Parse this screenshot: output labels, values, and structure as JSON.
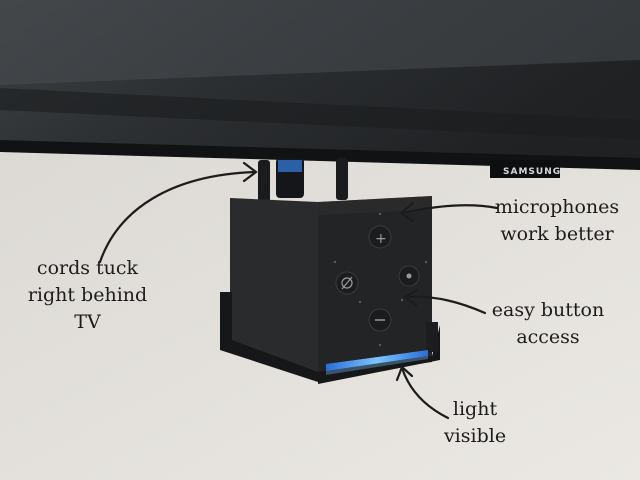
{
  "photo": {
    "tv_brand": "SAMSUNG",
    "annotations": {
      "cords": [
        "cords tuck",
        "right behind",
        "TV"
      ],
      "microphones": [
        "microphones",
        "work better"
      ],
      "button": [
        "easy button",
        "access"
      ],
      "light": [
        "light",
        "visible"
      ]
    },
    "colors": {
      "wall": "#e4e1dc",
      "tv": "#2a2d30",
      "device": "#232425",
      "light_ring": "#4aa3ff"
    }
  }
}
